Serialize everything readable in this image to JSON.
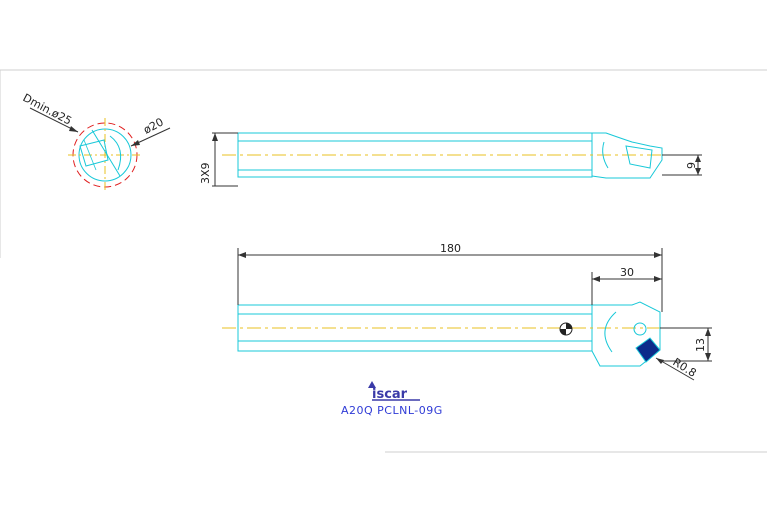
{
  "dimensions": {
    "dmin": "Dmin.ø25",
    "shank_dia": "ø20",
    "flat": "3X9",
    "height_right": "9",
    "overall_length": "180",
    "head_length": "30",
    "tip_offset": "13",
    "corner_radius": "R0.8"
  },
  "logo_text": "iscar",
  "model_code": "A20Q PCLNL-09G",
  "colors": {
    "outline": "#18c8d8",
    "centerline": "#e8c020",
    "dim_line": "#333333",
    "circle": "#e02020",
    "model_text": "#2f3bd6",
    "frame": "#cfcfcf"
  }
}
